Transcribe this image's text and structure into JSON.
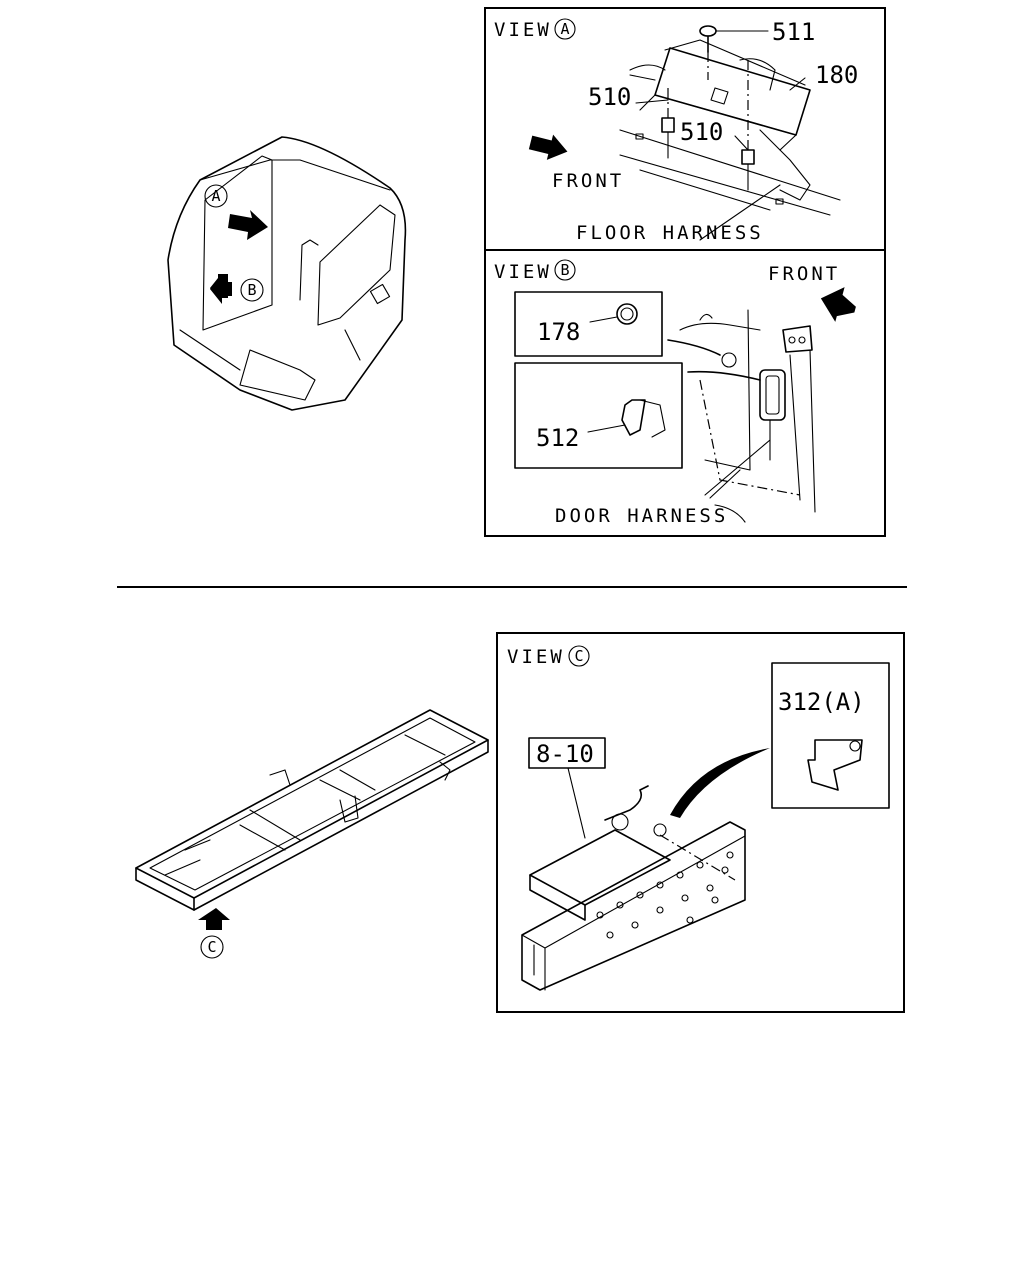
{
  "view_a": {
    "title": "VIEW",
    "letter": "A",
    "front": "FRONT",
    "harness": "FLOOR HARNESS",
    "parts": [
      "511",
      "180",
      "510",
      "510"
    ]
  },
  "view_b": {
    "title": "VIEW",
    "letter": "B",
    "front": "FRONT",
    "harness": "DOOR HARNESS",
    "parts": [
      "178",
      "512"
    ]
  },
  "view_c": {
    "title": "VIEW",
    "letter": "C",
    "parts": [
      "8-10",
      "312(A)"
    ]
  },
  "cab_markers": [
    "A",
    "B"
  ],
  "frame_marker": "C"
}
